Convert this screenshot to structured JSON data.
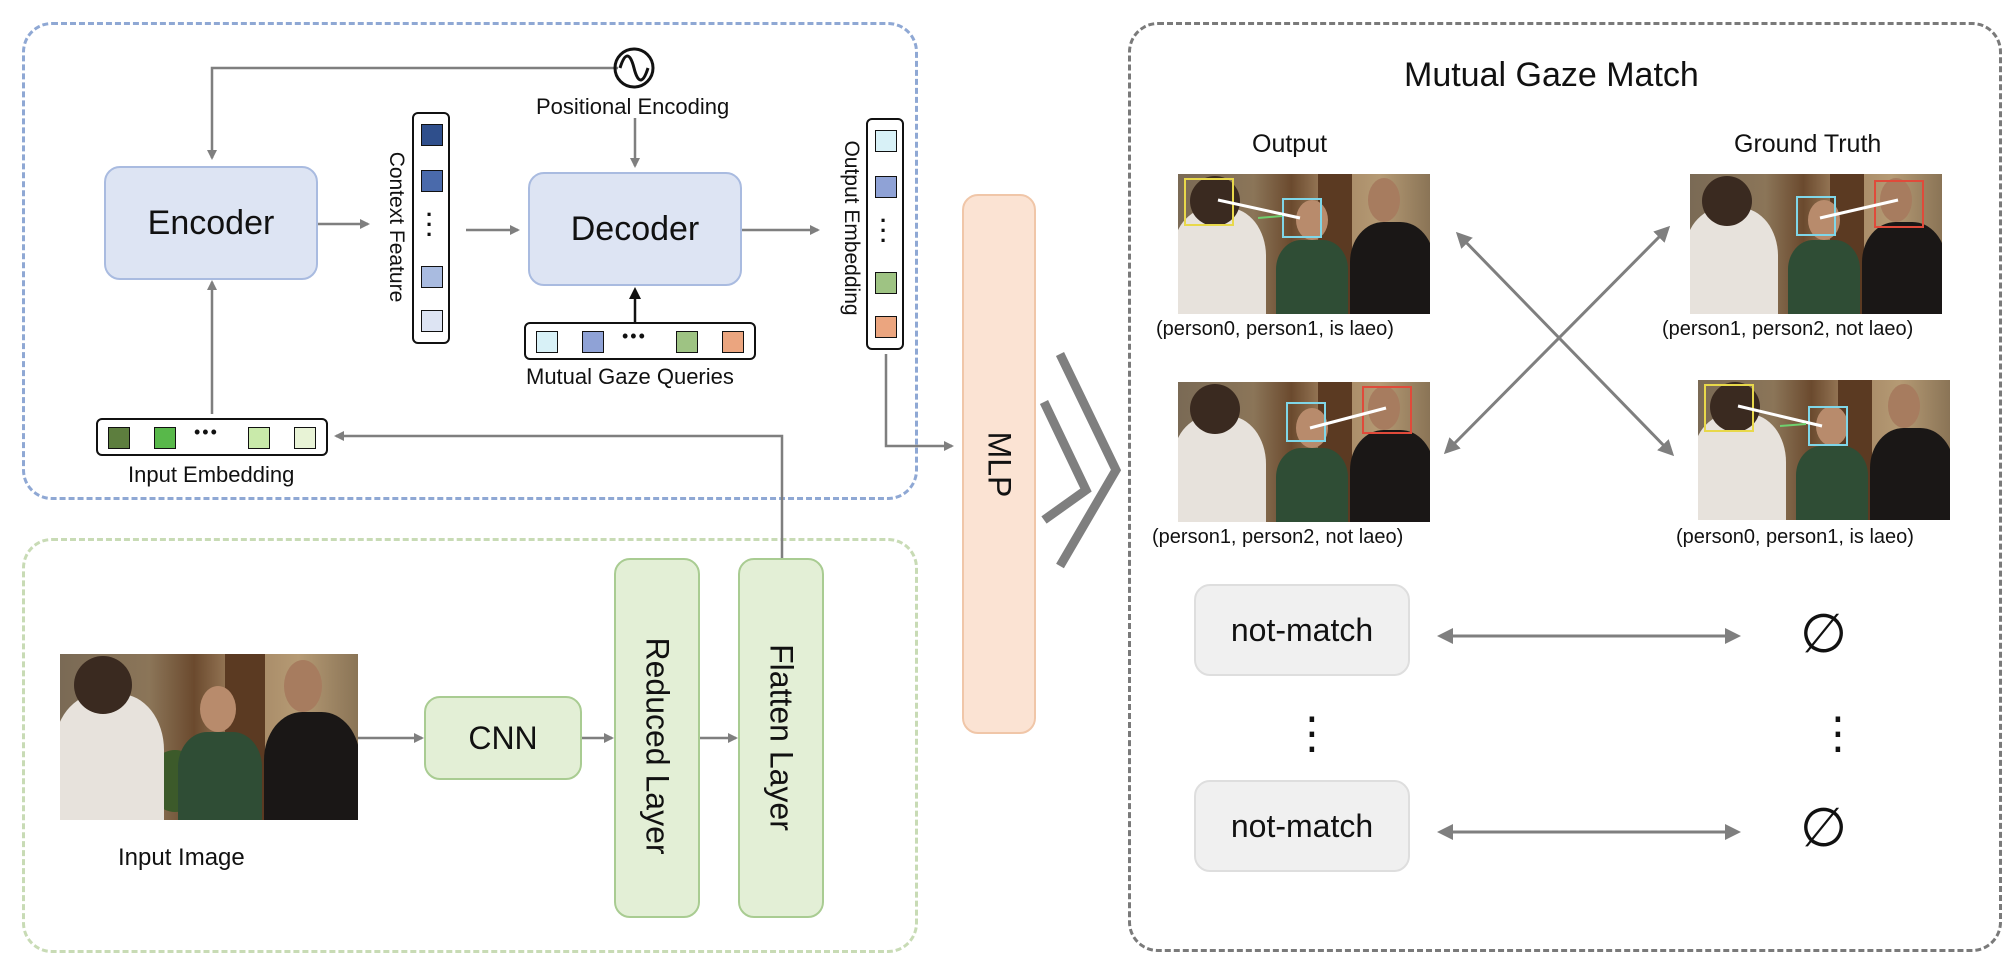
{
  "colors": {
    "blue_region": "#8fa8d4",
    "green_region": "#c8dbb5",
    "gray_region": "#7a7a7a",
    "blue_block": "#dde4f3",
    "blue_block_border": "#a9bbe0",
    "green_block": "#e3efd6",
    "green_block_border": "#a9cc92",
    "mlp_fill": "#fbe3d3",
    "mlp_border": "#f0c6a8",
    "arrow": "#7f7f7f"
  },
  "transformer": {
    "encoder": "Encoder",
    "decoder": "Decoder",
    "positional_encoding": "Positional Encoding",
    "positional_icon": "sine-wave-circle-icon",
    "context_feature": "Context Feature",
    "output_embedding": "Output Embedding",
    "mutual_gaze_queries": "Mutual Gaze Queries",
    "input_embedding": "Input Embedding",
    "ellipsis": "•••"
  },
  "backbone": {
    "input_image": "Input Image",
    "cnn": "CNN",
    "reduced_layer": "Reduced Layer",
    "flatten_layer": "Flatten Layer"
  },
  "mlp": "MLP",
  "match": {
    "title": "Mutual Gaze Match",
    "output_header": "Output",
    "ground_truth_header": "Ground Truth",
    "output_captions": [
      "(person0, person1, is laeo)",
      "(person1, person2, not laeo)"
    ],
    "ground_truth_captions": [
      "(person1, person2, not laeo)",
      "(person0, person1, is laeo)"
    ],
    "not_match": [
      "not-match",
      "not-match"
    ],
    "empty_set": "∅",
    "vertical_dots": "⋮"
  }
}
